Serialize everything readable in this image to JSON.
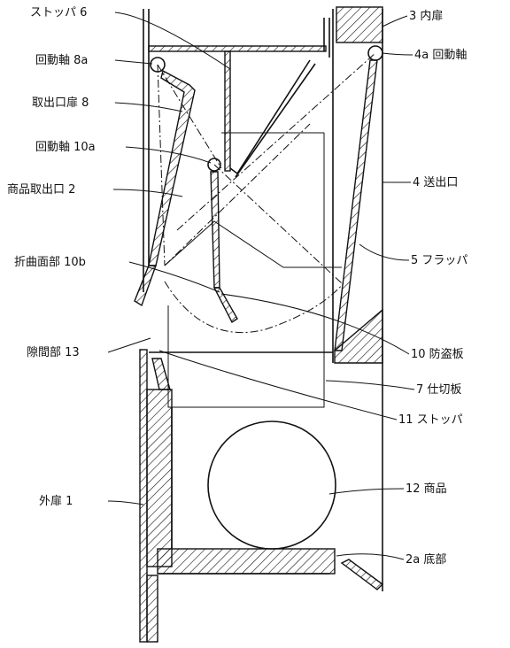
{
  "labels": {
    "stopper6": "ストッパ 6",
    "pivot8a": "回動軸 8a",
    "door8": "取出口扉 8",
    "pivot10a": "回動軸 10a",
    "outlet2": "商品取出口 2",
    "bend10b": "折曲面部 10b",
    "gap13": "隙間部 13",
    "outerdoor1": "外扉 1",
    "innerdoor3": "3 内扉",
    "pivot4a": "4a 回動軸",
    "chute4": "4 送出口",
    "flapper5": "5 フラッパ",
    "guard10": "10 防盗板",
    "partition7": "7 仕切板",
    "stopper11": "11 ストッパ",
    "product12": "12 商品",
    "bottom2a": "2a 底部"
  }
}
